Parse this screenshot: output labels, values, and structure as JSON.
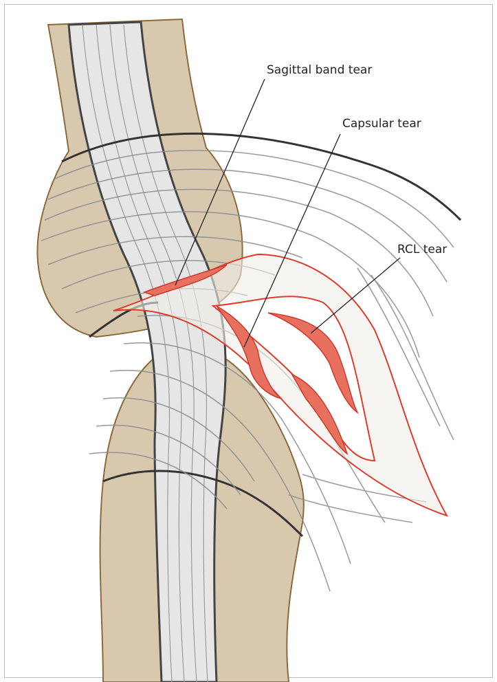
{
  "figure": {
    "labels": {
      "sagittal_band_tear": "Sagittal band tear",
      "capsular_tear": "Capsular tear",
      "rcl_tear": "RCL tear"
    },
    "colors": {
      "bone": "#d8c8ae",
      "bone_outline": "#8a6a3a",
      "tendon": "#e6e6e6",
      "fiber": "#7a7d80",
      "tear": "#e8705f",
      "tear_outline": "#e03a2a"
    }
  }
}
